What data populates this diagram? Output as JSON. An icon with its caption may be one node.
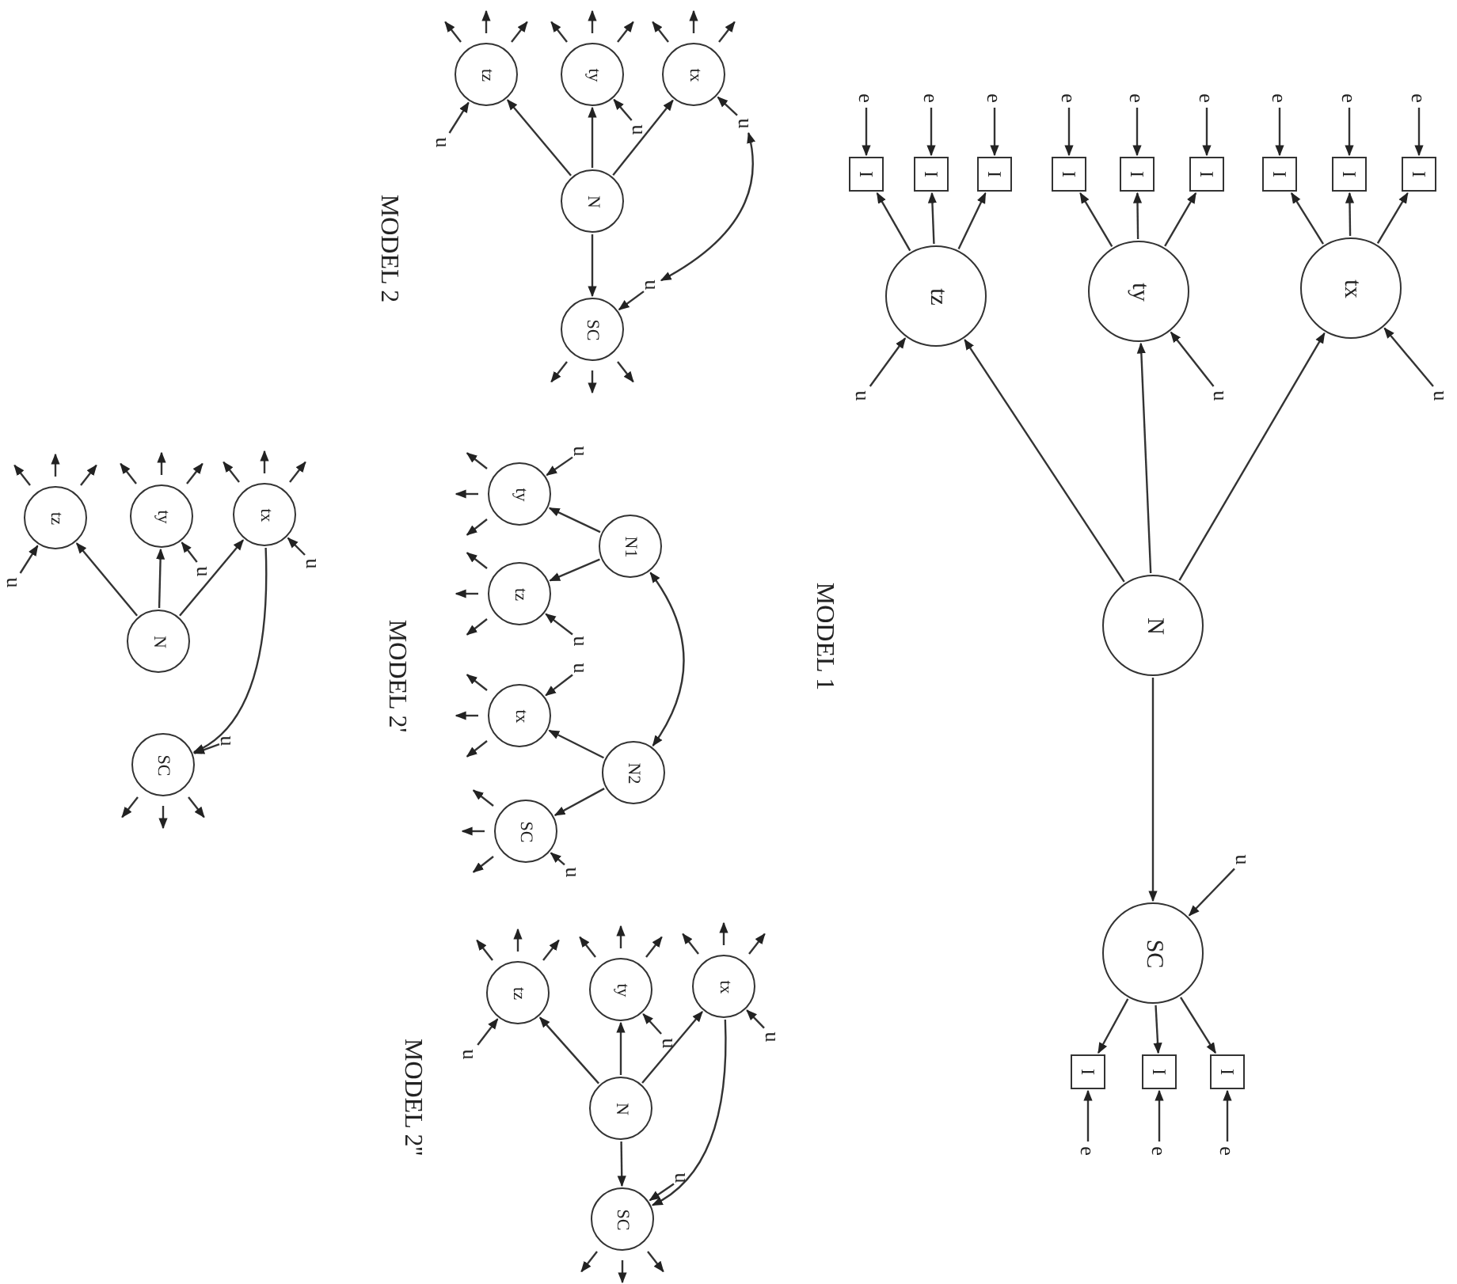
{
  "diagram": {
    "nodes": [
      {
        "text": [
          "tz"
        ]
      },
      {
        "text": [
          "ty"
        ]
      },
      {
        "text": [
          "tx"
        ]
      },
      {
        "text": [
          "N"
        ]
      },
      {
        "text": [
          "SC"
        ]
      },
      {
        "text": [
          "I"
        ]
      },
      {
        "text": [
          "I"
        ]
      },
      {
        "text": [
          "I"
        ]
      },
      {
        "text": [
          "I"
        ]
      },
      {
        "text": [
          "I"
        ]
      },
      {
        "text": [
          "I"
        ]
      },
      {
        "text": [
          "I"
        ]
      },
      {
        "text": [
          "I"
        ]
      },
      {
        "text": [
          "I"
        ]
      },
      {
        "text": [
          "I"
        ]
      },
      {
        "text": [
          "I"
        ]
      },
      {
        "text": [
          "I"
        ]
      },
      {
        "text": [
          "e"
        ]
      },
      {
        "text": [
          "e"
        ]
      },
      {
        "text": [
          "e"
        ]
      },
      {
        "text": [
          "e"
        ]
      },
      {
        "text": [
          "e"
        ]
      },
      {
        "text": [
          "e"
        ]
      },
      {
        "text": [
          "e"
        ]
      },
      {
        "text": [
          "e"
        ]
      },
      {
        "text": [
          "e"
        ]
      },
      {
        "text": [
          "e"
        ]
      },
      {
        "text": [
          "e"
        ]
      },
      {
        "text": [
          "e"
        ]
      },
      {
        "text": [
          "u"
        ]
      },
      {
        "text": [
          "u"
        ]
      },
      {
        "text": [
          "u"
        ]
      },
      {
        "text": [
          "u"
        ]
      },
      {
        "text": [
          "tz"
        ]
      },
      {
        "text": [
          "ty"
        ]
      },
      {
        "text": [
          "tx"
        ]
      },
      {
        "text": [
          "N"
        ]
      },
      {
        "text": [
          "SC"
        ]
      },
      {
        "text": [
          "u"
        ]
      },
      {
        "text": [
          "u"
        ]
      },
      {
        "text": [
          "u"
        ]
      },
      {
        "text": [
          "u"
        ]
      },
      {
        "text": [
          "ty"
        ]
      },
      {
        "text": [
          "tz"
        ]
      },
      {
        "text": [
          "tx"
        ]
      },
      {
        "text": [
          "SC"
        ]
      },
      {
        "text": [
          "N1"
        ]
      },
      {
        "text": [
          "N2"
        ]
      },
      {
        "text": [
          "u"
        ]
      },
      {
        "text": [
          "u"
        ]
      },
      {
        "text": [
          "u"
        ]
      },
      {
        "text": [
          "u"
        ]
      },
      {
        "text": [
          "tz"
        ]
      },
      {
        "text": [
          "ty"
        ]
      },
      {
        "text": [
          "tx"
        ]
      },
      {
        "text": [
          "N"
        ]
      },
      {
        "text": [
          "SC"
        ]
      },
      {
        "text": [
          "u"
        ]
      },
      {
        "text": [
          "u"
        ]
      },
      {
        "text": [
          "u"
        ]
      },
      {
        "text": [
          "u"
        ]
      },
      {
        "text": [
          "tz"
        ]
      },
      {
        "text": [
          "ty"
        ]
      },
      {
        "text": [
          "tx"
        ]
      },
      {
        "text": [
          "N"
        ]
      },
      {
        "text": [
          "SC"
        ]
      },
      {
        "text": [
          "u"
        ]
      },
      {
        "text": [
          "u"
        ]
      },
      {
        "text": [
          "u"
        ]
      },
      {
        "text": [
          "u"
        ]
      }
    ],
    "edges": [
      {
        "from": 3,
        "to": 0,
        "arrow": "to"
      },
      {
        "from": 3,
        "to": 1,
        "arrow": "to"
      },
      {
        "from": 3,
        "to": 2,
        "arrow": "to"
      },
      {
        "from": 3,
        "to": 4,
        "arrow": "to"
      },
      {
        "from": 0,
        "to": 5,
        "arrow": "to"
      },
      {
        "from": 0,
        "to": 6,
        "arrow": "to"
      },
      {
        "from": 0,
        "to": 7,
        "arrow": "to"
      },
      {
        "from": 1,
        "to": 8,
        "arrow": "to"
      },
      {
        "from": 1,
        "to": 9,
        "arrow": "to"
      },
      {
        "from": 1,
        "to": 10,
        "arrow": "to"
      },
      {
        "from": 2,
        "to": 11,
        "arrow": "to"
      },
      {
        "from": 2,
        "to": 12,
        "arrow": "to"
      },
      {
        "from": 2,
        "to": 13,
        "arrow": "to"
      },
      {
        "from": 4,
        "to": 14,
        "arrow": "to"
      },
      {
        "from": 4,
        "to": 15,
        "arrow": "to"
      },
      {
        "from": 4,
        "to": 16,
        "arrow": "to"
      },
      {
        "from": 17,
        "to": 5,
        "arrow": "to"
      },
      {
        "from": 18,
        "to": 6,
        "arrow": "to"
      },
      {
        "from": 19,
        "to": 7,
        "arrow": "to"
      },
      {
        "from": 20,
        "to": 8,
        "arrow": "to"
      },
      {
        "from": 21,
        "to": 9,
        "arrow": "to"
      },
      {
        "from": 22,
        "to": 10,
        "arrow": "to"
      },
      {
        "from": 23,
        "to": 11,
        "arrow": "to"
      },
      {
        "from": 24,
        "to": 12,
        "arrow": "to"
      },
      {
        "from": 25,
        "to": 13,
        "arrow": "to"
      },
      {
        "from": 26,
        "to": 14,
        "arrow": "to"
      },
      {
        "from": 27,
        "to": 15,
        "arrow": "to"
      },
      {
        "from": 28,
        "to": 16,
        "arrow": "to"
      },
      {
        "from": 29,
        "to": 0,
        "arrow": "to"
      },
      {
        "from": 30,
        "to": 1,
        "arrow": "to"
      },
      {
        "from": 31,
        "to": 2,
        "arrow": "to"
      },
      {
        "from": 32,
        "to": 4,
        "arrow": "to"
      },
      {
        "from": 36,
        "to": 33,
        "arrow": "to"
      },
      {
        "from": 36,
        "to": 34,
        "arrow": "to"
      },
      {
        "from": 36,
        "to": 35,
        "arrow": "to"
      },
      {
        "from": 36,
        "to": 37,
        "arrow": "to"
      },
      {
        "from": 38,
        "to": 33,
        "arrow": "to"
      },
      {
        "from": 39,
        "to": 34,
        "arrow": "to"
      },
      {
        "from": 40,
        "to": 35,
        "arrow": "to"
      },
      {
        "from": 41,
        "to": 37,
        "arrow": "to"
      },
      {
        "from": 40,
        "to": 41,
        "arrow": "both"
      },
      {
        "from": 33,
        "to": null,
        "arrow": "to"
      },
      {
        "from": 33,
        "to": null,
        "arrow": "to"
      },
      {
        "from": 33,
        "to": null,
        "arrow": "to"
      },
      {
        "from": 34,
        "to": null,
        "arrow": "to"
      },
      {
        "from": 34,
        "to": null,
        "arrow": "to"
      },
      {
        "from": 34,
        "to": null,
        "arrow": "to"
      },
      {
        "from": 35,
        "to": null,
        "arrow": "to"
      },
      {
        "from": 35,
        "to": null,
        "arrow": "to"
      },
      {
        "from": 35,
        "to": null,
        "arrow": "to"
      },
      {
        "from": 37,
        "to": null,
        "arrow": "to"
      },
      {
        "from": 37,
        "to": null,
        "arrow": "to"
      },
      {
        "from": 37,
        "to": null,
        "arrow": "to"
      },
      {
        "from": 46,
        "to": 42,
        "arrow": "to"
      },
      {
        "from": 46,
        "to": 43,
        "arrow": "to"
      },
      {
        "from": 47,
        "to": 44,
        "arrow": "to"
      },
      {
        "from": 47,
        "to": 45,
        "arrow": "to"
      },
      {
        "from": 46,
        "to": 47,
        "arrow": "both"
      },
      {
        "from": 48,
        "to": 42,
        "arrow": "to"
      },
      {
        "from": 49,
        "to": 43,
        "arrow": "to"
      },
      {
        "from": 50,
        "to": 44,
        "arrow": "to"
      },
      {
        "from": 51,
        "to": 45,
        "arrow": "to"
      },
      {
        "from": 42,
        "to": null,
        "arrow": "to"
      },
      {
        "from": 42,
        "to": null,
        "arrow": "to"
      },
      {
        "from": 42,
        "to": null,
        "arrow": "to"
      },
      {
        "from": 43,
        "to": null,
        "arrow": "to"
      },
      {
        "from": 43,
        "to": null,
        "arrow": "to"
      },
      {
        "from": 43,
        "to": null,
        "arrow": "to"
      },
      {
        "from": 44,
        "to": null,
        "arrow": "to"
      },
      {
        "from": 44,
        "to": null,
        "arrow": "to"
      },
      {
        "from": 44,
        "to": null,
        "arrow": "to"
      },
      {
        "from": 45,
        "to": null,
        "arrow": "to"
      },
      {
        "from": 45,
        "to": null,
        "arrow": "to"
      },
      {
        "from": 45,
        "to": null,
        "arrow": "to"
      },
      {
        "from": 55,
        "to": 52,
        "arrow": "to"
      },
      {
        "from": 55,
        "to": 53,
        "arrow": "to"
      },
      {
        "from": 55,
        "to": 54,
        "arrow": "to"
      },
      {
        "from": 55,
        "to": 56,
        "arrow": "to"
      },
      {
        "from": 54,
        "to": 56,
        "arrow": "to"
      },
      {
        "from": 57,
        "to": 52,
        "arrow": "to"
      },
      {
        "from": 58,
        "to": 53,
        "arrow": "to"
      },
      {
        "from": 59,
        "to": 54,
        "arrow": "to"
      },
      {
        "from": 60,
        "to": 56,
        "arrow": "to"
      },
      {
        "from": 52,
        "to": null,
        "arrow": "to"
      },
      {
        "from": 52,
        "to": null,
        "arrow": "to"
      },
      {
        "from": 52,
        "to": null,
        "arrow": "to"
      },
      {
        "from": 53,
        "to": null,
        "arrow": "to"
      },
      {
        "from": 53,
        "to": null,
        "arrow": "to"
      },
      {
        "from": 53,
        "to": null,
        "arrow": "to"
      },
      {
        "from": 54,
        "to": null,
        "arrow": "to"
      },
      {
        "from": 54,
        "to": null,
        "arrow": "to"
      },
      {
        "from": 54,
        "to": null,
        "arrow": "to"
      },
      {
        "from": 56,
        "to": null,
        "arrow": "to"
      },
      {
        "from": 56,
        "to": null,
        "arrow": "to"
      },
      {
        "from": 56,
        "to": null,
        "arrow": "to"
      },
      {
        "from": 64,
        "to": 61,
        "arrow": "to"
      },
      {
        "from": 64,
        "to": 62,
        "arrow": "to"
      },
      {
        "from": 64,
        "to": 63,
        "arrow": "to"
      },
      {
        "from": 63,
        "to": 65,
        "arrow": "to"
      },
      {
        "from": 66,
        "to": 61,
        "arrow": "to"
      },
      {
        "from": 67,
        "to": 62,
        "arrow": "to"
      },
      {
        "from": 68,
        "to": 63,
        "arrow": "to"
      },
      {
        "from": 69,
        "to": 65,
        "arrow": "to"
      },
      {
        "from": 61,
        "to": null,
        "arrow": "to"
      },
      {
        "from": 61,
        "to": null,
        "arrow": "to"
      },
      {
        "from": 61,
        "to": null,
        "arrow": "to"
      },
      {
        "from": 62,
        "to": null,
        "arrow": "to"
      },
      {
        "from": 62,
        "to": null,
        "arrow": "to"
      },
      {
        "from": 62,
        "to": null,
        "arrow": "to"
      },
      {
        "from": 63,
        "to": null,
        "arrow": "to"
      },
      {
        "from": 63,
        "to": null,
        "arrow": "to"
      },
      {
        "from": 63,
        "to": null,
        "arrow": "to"
      },
      {
        "from": 65,
        "to": null,
        "arrow": "to"
      },
      {
        "from": 65,
        "to": null,
        "arrow": "to"
      },
      {
        "from": 65,
        "to": null,
        "arrow": "to"
      }
    ],
    "labels": [
      "MODEL 1",
      "MODEL 2",
      "MODEL 2'",
      "MODEL 2''"
    ]
  }
}
